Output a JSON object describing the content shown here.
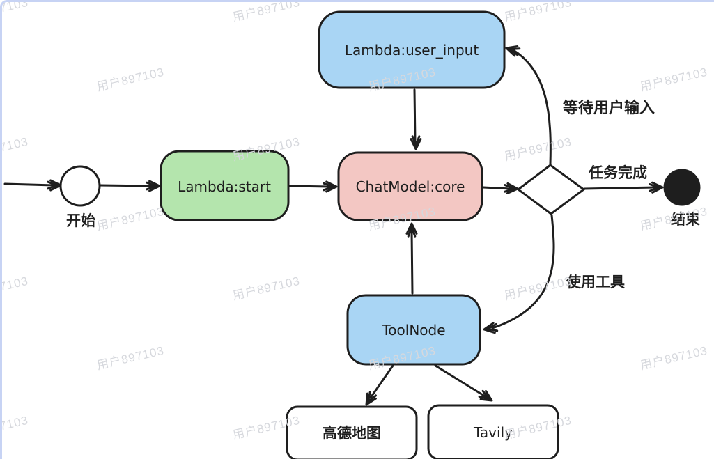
{
  "watermark": {
    "text": "用户897103"
  },
  "diagram": {
    "nodes": {
      "start": {
        "label": "开始"
      },
      "lambda_start": {
        "label": "Lambda:start",
        "fill": "#b4e5ad"
      },
      "lambda_user_input": {
        "label": "Lambda:user_input",
        "fill": "#a9d5f4"
      },
      "chatmodel_core": {
        "label": "ChatModel:core",
        "fill": "#f3c7c3"
      },
      "toolnode": {
        "label": "ToolNode",
        "fill": "#a9d5f4"
      },
      "gaode_map": {
        "label": "高德地图",
        "fill": "#ffffff"
      },
      "tavily": {
        "label": "Tavily",
        "fill": "#ffffff"
      },
      "end": {
        "label": "结束"
      }
    },
    "edge_labels": {
      "wait_user_input": "等待用户输入",
      "task_complete": "任务完成",
      "use_tools": "使用工具"
    },
    "colors": {
      "stroke": "#1e1e1e",
      "canvas_border": "#c7d3f4",
      "watermark": "#d6d8dd",
      "node_green": "#b4e5ad",
      "node_blue": "#a9d5f4",
      "node_pink": "#f3c7c3"
    }
  }
}
